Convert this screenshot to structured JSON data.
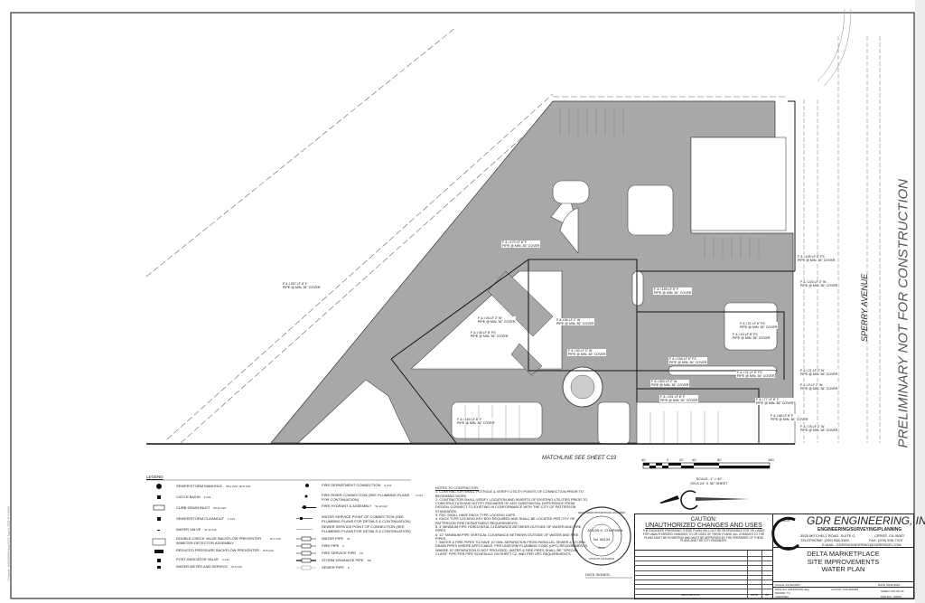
{
  "sheet": {
    "plot_path": "G:\\Users\\...\\24033DSGN.dwg  PLOT: Aug 11, 2025 AT 8:42AM",
    "street_name": "SPERRY AVENUE",
    "watermark": "PRELIMINARY NOT FOR CONSTRUCTION",
    "matchline": "MATCHLINE SEE SHEET C19",
    "scale_bar": {
      "ticks": [
        "40",
        "0",
        "20",
        "40",
        "80",
        "160"
      ],
      "scale_text": "SCALE: 1\" = 40'",
      "sheet_text": "ON A 24\" X 36\" SHEET"
    },
    "north_arrow_label": "N"
  },
  "pipe_labels": [
    {
      "line1": "F & I 170 LF 8\" F",
      "line2": "PIPE @ MIN. 36\" COVER"
    },
    {
      "line1": "F & I 257 LF 8\" F",
      "line2": "PIPE @ MIN. 36\" COVER"
    },
    {
      "line1": "F & I 28 LF 2\" W",
      "line2": "PIPE @ MIN. 36\" COVER"
    },
    {
      "line1": "F & I 35 LF 8\" FS",
      "line2": "PIPE @ MIN. 36\" COVER"
    },
    {
      "line1": "F & I 56 LF 2\" W",
      "line2": "PIPE @ MIN. 36\" COVER"
    },
    {
      "line1": "F & I 53 LF 2\" W",
      "line2": "PIPE @ MIN. 36\" COVER"
    },
    {
      "line1": "F & I 189 LF 8\" F",
      "line2": "PIPE @ MIN. 36\" COVER"
    },
    {
      "line1": "F & I 199 LF 8\" FS",
      "line2": "PIPE @ MIN. 36\" COVER"
    },
    {
      "line1": "F & I 220 LF 2\" W",
      "line2": "PIPE @ MIN. 36\" COVER"
    },
    {
      "line1": "F & I 31 LF 8\" FS",
      "line2": "PIPE @ MIN. 36\" COVER"
    },
    {
      "line1": "F & I 15 LF 8\" FS",
      "line2": "PIPE @ MIN. 36\" COVER"
    },
    {
      "line1": "F & I 246 LF 8\" FS",
      "line2": "PIPE @ MIN. 36\" COVER"
    },
    {
      "line1": "F & I 21 LF 8\" FS",
      "line2": "PIPE @ MIN. 36\" COVER"
    },
    {
      "line1": "F & I 353 LF 2\" W",
      "line2": "PIPE @ MIN. 36\" COVER"
    },
    {
      "line1": "F & I 21 LF 2\" W",
      "line2": "PIPE @ MIN. 36\" COVER"
    },
    {
      "line1": "F & I 9 LF 2\" W",
      "line2": "PIPE @ MIN. 36\" COVER"
    },
    {
      "line1": "F & I 77 LF 8\" F",
      "line2": "PIPE @ MIN. 36\" COVER"
    },
    {
      "line1": "F & I 201 LF 8\" F",
      "line2": "PIPE @ MIN. 36\" COVER"
    },
    {
      "line1": "F & I 68 LF 8\" F",
      "line2": "PIPE @ MIN. 36\" COVER"
    },
    {
      "line1": "F & I 78 LF 2\" W",
      "line2": "PIPE @ MIN. 36\" COVER"
    },
    {
      "line1": "F & I 163 LF 8\" F",
      "line2": "PIPE @ MIN. 36\" COVER"
    }
  ],
  "legend": {
    "title": "LEGEND",
    "left": [
      {
        "icon": "manhole-icon",
        "label": "SEWER/STORM MANHOLE",
        "ref": "55-2 C22 / 56-8 C22"
      },
      {
        "icon": "catch-basin-icon",
        "label": "CATCH BASIN",
        "ref": "2 C21"
      },
      {
        "icon": "curb-inlet-icon",
        "label": "CURB DRAIN INLET",
        "ref": "55-11 C22"
      },
      {
        "icon": "cleanout-icon",
        "label": "SEWER/STORM CLEANOUT",
        "ref": "1 C21"
      },
      {
        "icon": "valve-icon",
        "label": "WATER VALVE",
        "ref": "W-11 C22"
      },
      {
        "icon": "dcv-icon",
        "label": "DOUBLE CHECK VALVE BACKFLOW PREVENTER W/METER DETECTOR ASSEMBLY",
        "ref": "W-7 C22"
      },
      {
        "icon": "rpp-icon",
        "label": "REDUCED PRESSURE BACKFLOW PREVENTER",
        "ref": "W-8 C22"
      },
      {
        "icon": "piv-icon",
        "label": "POST-INDICATOR VALVE",
        "ref": "3 C21"
      },
      {
        "icon": "meter-icon",
        "label": "WATER METER AND SERVICE",
        "ref": "W-5 C22"
      }
    ],
    "right": [
      {
        "icon": "fdc-icon",
        "label": "FIRE DEPARTMENT CONNECTION",
        "ref": "6 C21"
      },
      {
        "icon": "riser-icon",
        "label": "FIRE RISER CONNECTION (SEE PLUMBING PLANS FOR CONTINUATION)",
        "ref": "4 C21"
      },
      {
        "icon": "hydrant-icon",
        "label": "FIRE HYDRANT & ASSEMBLY",
        "ref": "W-12 C22"
      },
      {
        "icon": "water-poc-icon",
        "label": "WATER SERVICE POINT OF CONNECTION (SEE PLUMBING PLANS FOR DETAILS & CONTINUATION)",
        "ref": ""
      },
      {
        "icon": "sewer-poc-icon",
        "label": "SEWER SERVICE POINT OF CONNECTION (SEE PLUMBING PLANS FOR DETAILS & CONTINUATION)",
        "ref": ""
      },
      {
        "icon": "water-pipe-icon",
        "label": "WATER PIPE",
        "tag": "W"
      },
      {
        "icon": "fire-pipe-icon",
        "label": "FIRE PIPE",
        "tag": "F"
      },
      {
        "icon": "fire-service-pipe-icon",
        "label": "FIRE SERVICE PIPE",
        "tag": "FS"
      },
      {
        "icon": "storm-pipe-icon",
        "label": "STORM DRAINAGE PIPE",
        "tag": "SD"
      },
      {
        "icon": "sewer-pipe-icon",
        "label": "SEWER PIPE",
        "tag": "S"
      }
    ]
  },
  "notes": {
    "title": "NOTES TO CONTRACTOR:",
    "items": [
      "1. CONTRACTOR SHALL POTHOLE & VERIFY UTILITY POINTS OF CONNECTION PRIOR TO BEGINNING WORK.",
      "2. CONTRACTOR SHALL VERIFY LOCATION AND INVERTS OF EXISTING UTILITIES PRIOR TO CONSTRUCTION AND NOTIFY ENGINEER OF ANY SUBSTANTIAL DIFFERENCE FROM DESIGN. CONNECT TO EXISTING IN CONFORMANCE WITH THE CITY OF PATTERSON STANDARDS.",
      "3. FDC SHALL HAVE KNOX TYPE LOCKING CAPS.",
      "4. KNOX TYPE LOCKING KEY BOX REQUIRED AND SHALL BE LOCATED PER CITY OF PATTERSON FIRE DEPARTMENT REQUIREMENTS.",
      "5. 4' MINIMUM PIPE HORIZONTAL CLEARANCE BETWEEN OUTSIDE OF WATER AND FIRE PIPES.",
      "6. 12\" MINIMUM PIPE VERTICAL CLEARANCE BETWEEN OUTSIDE OF WATER AND FIRE PIPES.",
      "7. WATER & FIRE PIPES TO HAVE 10' MIN. SEPARATION FROM PARALLEL SEWER & STORM DRAIN PIPES WHERE APPLICABLE, PER UNIFORM PLUMBING CODE (UPC) REQUIREMENTS. WHERE 10' SEPARATION IS NOT PROVIDED, WATER & FIRE PIPES SHALL BE \"SPECIAL CLASS\" PIPE PER PIPE SCHEDULE ON SHEET C2, AND PER UPC REQUIREMENTS."
    ]
  },
  "seal": {
    "name": "JASON K. CHAPMAN",
    "number": "No. 66134",
    "type": "CIVIL",
    "ring_top": "REGISTERED PROFESSIONAL ENGINEER",
    "ring_bottom": "STATE OF CALIFORNIA",
    "date_signed_label": "DATE SIGNED:"
  },
  "title_block": {
    "caution_title": "CAUTION:",
    "caution_subtitle": "UNAUTHORIZED CHANGES AND USES",
    "caution_text": "THE ENGINEER PREPARING THESE PLANS WILL NOT BE RESPONSIBLE FOR OR LIABLE FOR UNAUTHORIZED CHANGES TO OR USES OF THESE PLANS. ALL CHANGES TO THE PLANS MUST BE IN WRITING AND MUST BE APPROVED BY THE PREPARER OF THESE PLANS AND THE CITY ENGINEER.",
    "rev_headers": {
      "description": "DESCRIPTION",
      "date": "DATE",
      "by": "BY"
    },
    "company": "GDR ENGINEERING, INC.",
    "logo_letters": "GDR",
    "services": "ENGINEERING/SURVEYING/PLANNING",
    "address": "3525 MITCHELL ROAD, SUITE G",
    "city": "CERES, CA 95307",
    "phone": "TELEPHONE: (209) 538-3360",
    "fax": "FAX: (209) 538-7370",
    "email": "E-MAIL: GDRENGINEERING@GDRENGR.COM",
    "project_line1": "DELTA MARKETPLACE",
    "project_line2": "SITE IMPROVEMENTS",
    "project_line3": "WATER PLAN",
    "scale": "SCALE: AS SHOWN",
    "date": "DATE: 08/11/2025",
    "dwg_no": "DWG NO: 24033DSGN.dwg",
    "layout": "LAYOUT: C20-WATER",
    "drawn": "DRAWN: TC",
    "checked": "CHECKED:",
    "sheet": "SHEET C20 OF 23",
    "file_no": "FILE NO.: 24033"
  },
  "colors": {
    "paving": "#a8a8a8",
    "line": "#1a1a1a",
    "background": "#ffffff"
  }
}
